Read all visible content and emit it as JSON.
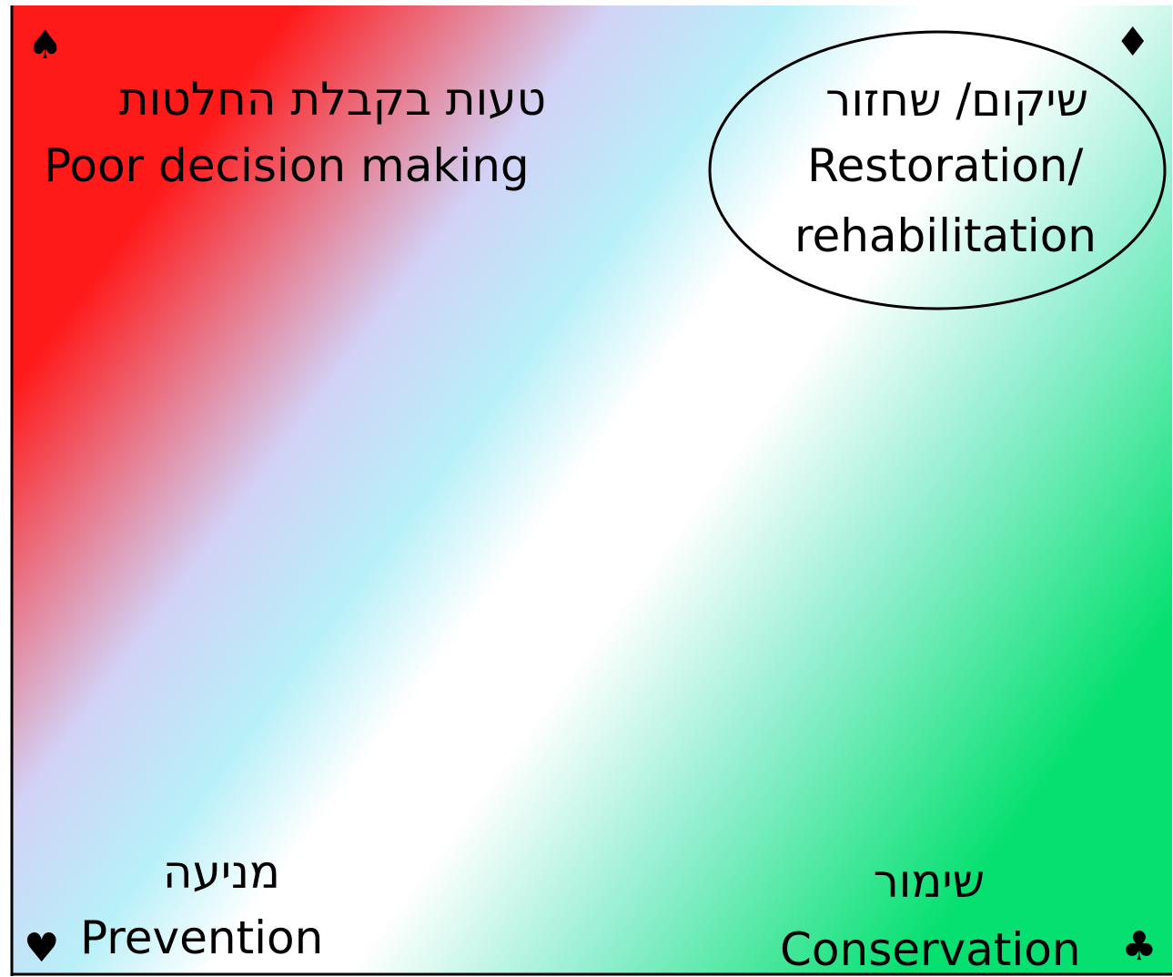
{
  "quadrants": {
    "top_left": {
      "hebrew": "טעות בקבלת החלטות",
      "english": "Poor decision making",
      "suit_icon": "spade-icon",
      "suit_glyph": "♠"
    },
    "top_right": {
      "hebrew": "שיקום/ שחזור",
      "english_line1": "Restoration/",
      "english_line2": "rehabilitation",
      "suit_icon": "diamond-icon",
      "suit_glyph": "♦"
    },
    "bottom_left": {
      "hebrew": "מניעה",
      "english": "Prevention",
      "suit_icon": "heart-icon",
      "suit_glyph": "♥"
    },
    "bottom_right": {
      "hebrew": "שימור",
      "english": "Conservation",
      "suit_icon": "club-icon",
      "suit_glyph": "♣"
    }
  },
  "colors": {
    "red": "#ff1a1a",
    "lavender": "#d2d2f6",
    "light_cyan": "#b8f0f8",
    "white": "#ffffff",
    "mint": "#9ff0d8",
    "green": "#06e070"
  }
}
